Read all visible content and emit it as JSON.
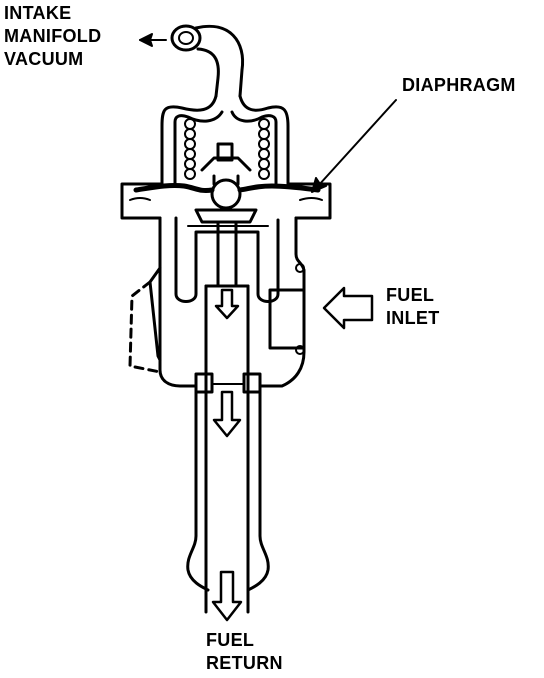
{
  "labels": {
    "intake": [
      "INTAKE",
      "MANIFOLD",
      "VACUUM"
    ],
    "diaphragm": "DIAPHRAGM",
    "fuel_inlet": [
      "FUEL",
      "INLET"
    ],
    "fuel_return": [
      "FUEL",
      "RETURN"
    ]
  },
  "colors": {
    "ink": "#000000",
    "paper": "#ffffff"
  }
}
